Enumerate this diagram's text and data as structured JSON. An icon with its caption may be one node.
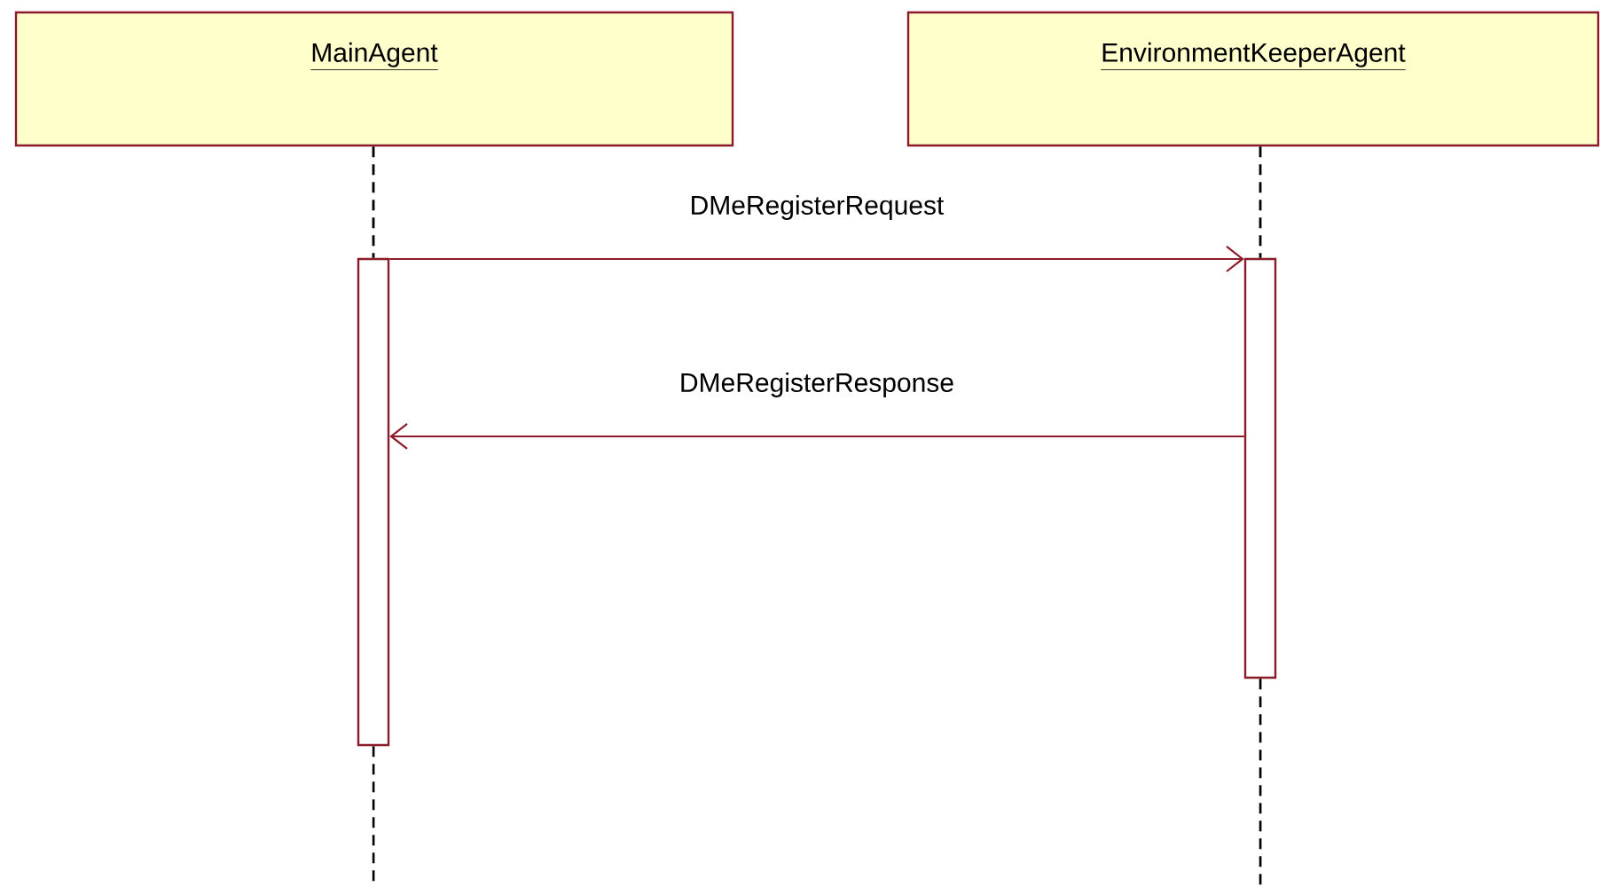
{
  "diagram": {
    "nodes": [
      {
        "text": [
          "MainAgent"
        ]
      },
      {
        "text": [
          "EnvironmentKeeperAgent"
        ]
      },
      {
        "text": [],
        "shape": "bar"
      },
      {
        "text": [],
        "shape": "bar"
      }
    ],
    "edges": [
      {
        "from": 2,
        "to": 3,
        "arrow": "to",
        "label": "DMeRegisterRequest",
        "color": "#8b1a2b"
      },
      {
        "from": 3,
        "to": 2,
        "arrow": "to",
        "label": "DMeRegisterResponse",
        "color": "#8b1a2b"
      },
      {
        "from": 0,
        "to": 2,
        "arrow": "none",
        "style": "dashed",
        "color": "#000000"
      },
      {
        "from": 2,
        "to": null,
        "arrow": "none",
        "style": "dashed",
        "color": "#000000"
      },
      {
        "from": 1,
        "to": 3,
        "arrow": "none",
        "style": "dashed",
        "color": "#000000"
      },
      {
        "from": 3,
        "to": null,
        "arrow": "none",
        "style": "dashed",
        "color": "#000000"
      }
    ]
  }
}
